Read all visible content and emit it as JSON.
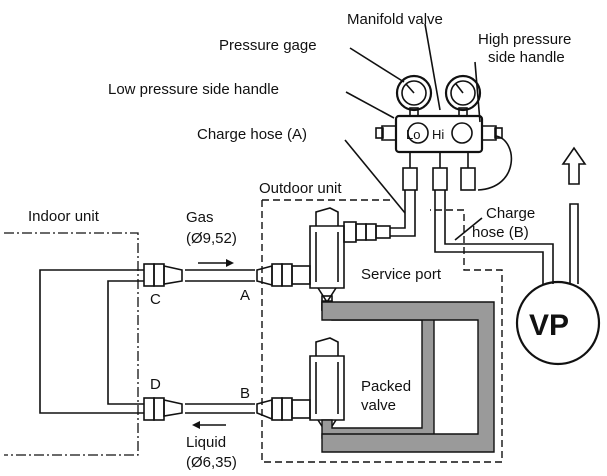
{
  "labels": {
    "manifold_valve": "Manifold valve",
    "pressure_gage": "Pressure gage",
    "high_pressure_1": "High pressure",
    "high_pressure_2": "side handle",
    "low_pressure_handle": "Low pressure side handle",
    "charge_hose_a": "Charge hose (A)",
    "outdoor_unit": "Outdoor unit",
    "indoor_unit": "Indoor unit",
    "gas": "Gas",
    "gas_size": "(Ø9,52)",
    "charge_hose_b_1": "Charge",
    "charge_hose_b_2": "hose (B)",
    "service_port": "Service port",
    "packed_valve_1": "Packed",
    "packed_valve_2": "valve",
    "liquid": "Liquid",
    "liquid_size": "(Ø6,35)",
    "gauge_lo": "Lo",
    "gauge_hi": "Hi",
    "point_a": "A",
    "point_b": "B",
    "point_c": "C",
    "point_d": "D",
    "vp": "VP"
  },
  "colors": {
    "line": "#111111",
    "pipe_fill": "#9a9a9a",
    "background": "#ffffff"
  }
}
